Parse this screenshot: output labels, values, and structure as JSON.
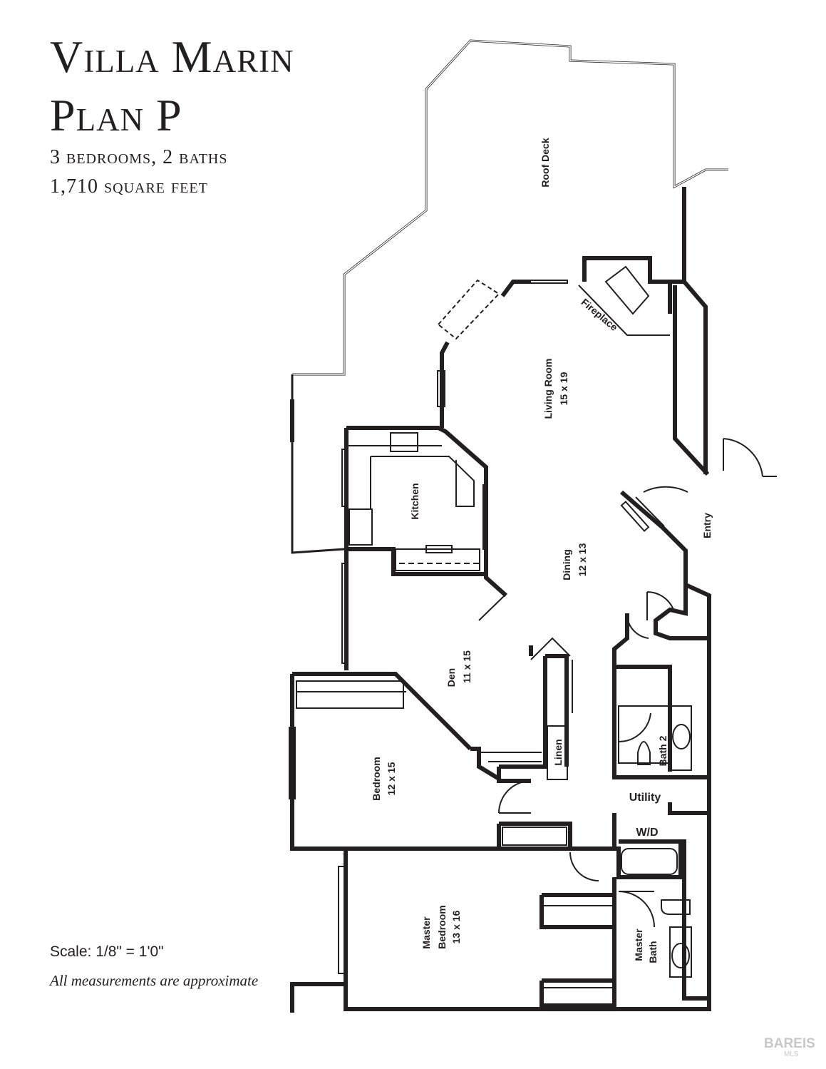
{
  "title_line1": "Villa Marin",
  "title_line2": "Plan P",
  "subtitle_line1": "3 bedrooms, 2 baths",
  "subtitle_line2": "1,710 square feet",
  "scale": "Scale: 1/8\" = 1'0\"",
  "note": "All measurements are approximate",
  "rooms": {
    "roof_deck": "Roof Deck",
    "fireplace": "Fireplace",
    "living_name": "Living Room",
    "living_size": "15 x 19",
    "kitchen": "Kitchen",
    "dining_name": "Dining",
    "dining_size": "12 x 13",
    "entry": "Entry",
    "den_name": "Den",
    "den_size": "11 x 15",
    "bath2": "Bath 2",
    "linen": "Linen",
    "bedroom_name": "Bedroom",
    "bedroom_size": "12 x 15",
    "utility": "Utility",
    "wd": "W/D",
    "master_name1": "Master",
    "master_name2": "Bedroom",
    "master_size": "13 x 16",
    "master_bath1": "Master",
    "master_bath2": "Bath"
  },
  "watermark": "BAREIS",
  "watermark_sub": "MLS"
}
